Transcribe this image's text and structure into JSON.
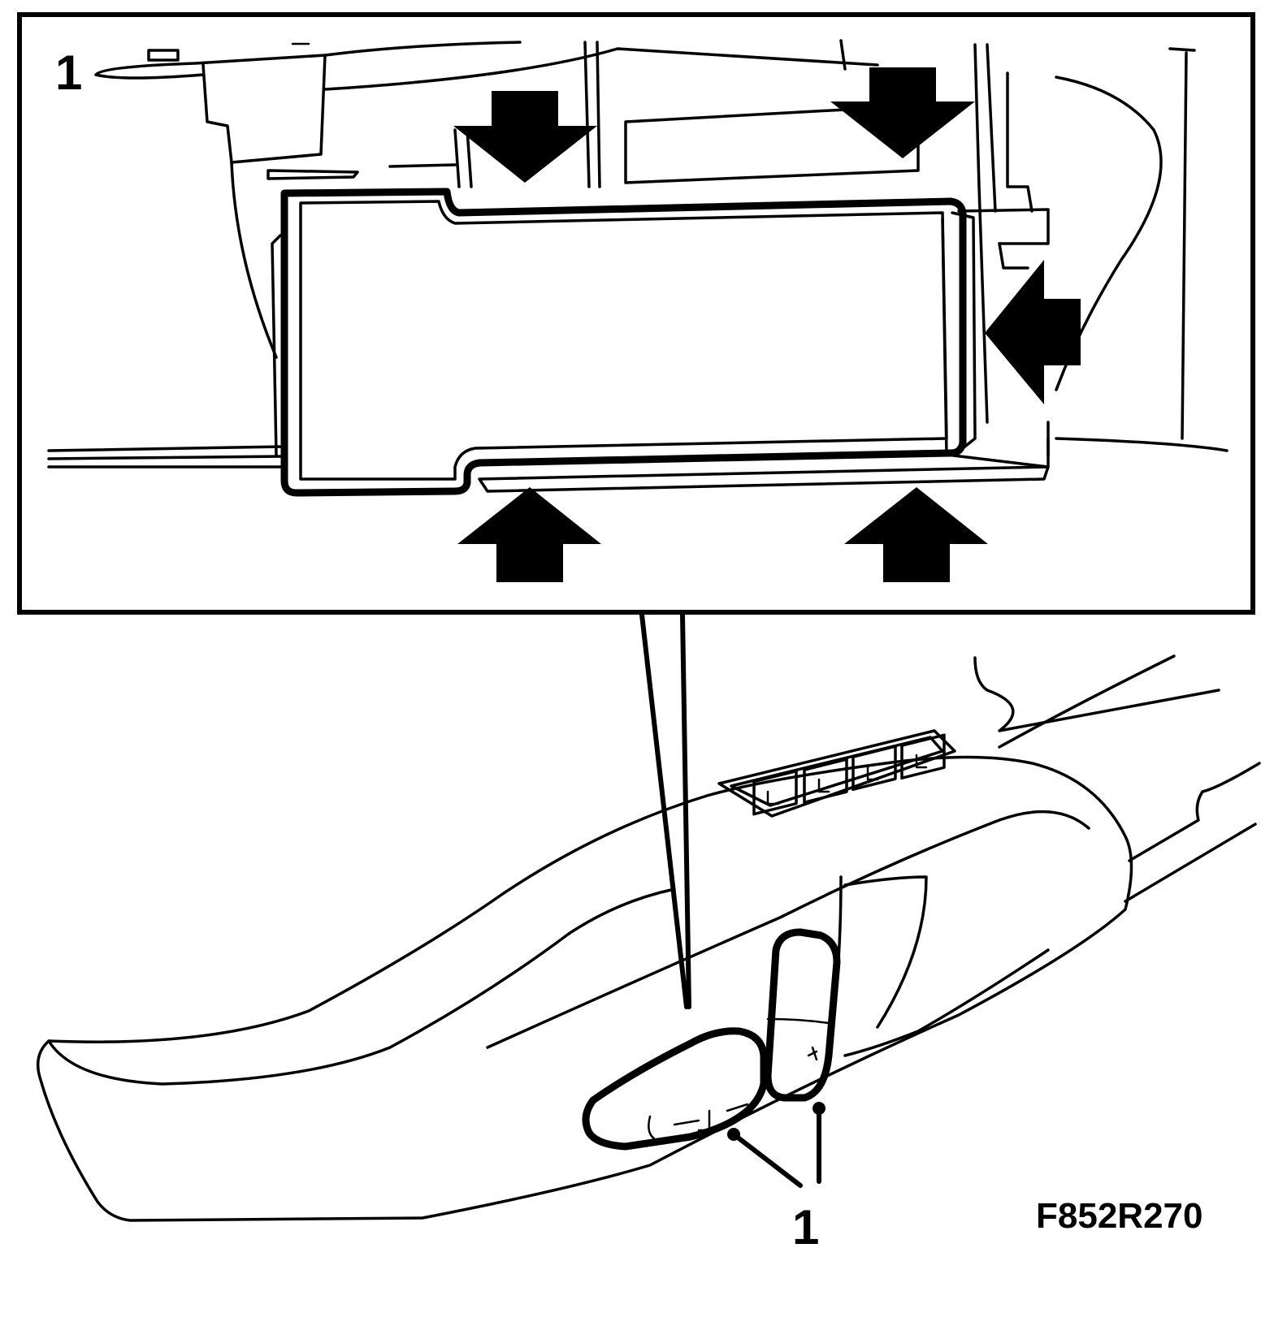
{
  "figure": {
    "code": "F852R270",
    "detail_label": "1",
    "callout_label": "1"
  },
  "colors": {
    "ink": "#000000",
    "paper": "#ffffff"
  },
  "icons": [
    "down-arrow-icon",
    "up-arrow-icon",
    "left-arrow-icon"
  ]
}
